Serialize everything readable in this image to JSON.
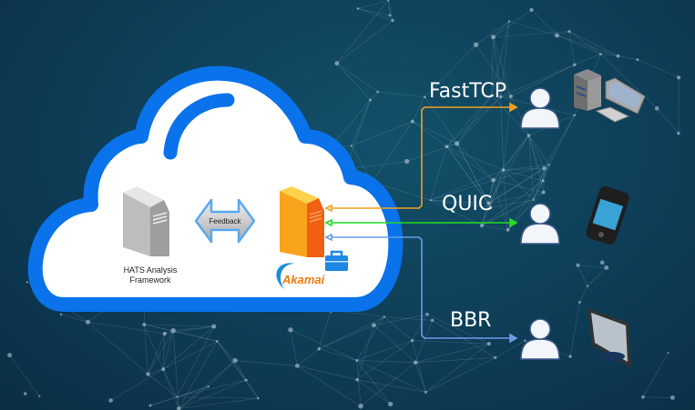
{
  "diagram": {
    "cloud": {
      "analysis_server": {
        "label_line1": "HATS Analysis",
        "label_line2": "Framework"
      },
      "feedback_arrow": {
        "label": "Feedback"
      },
      "edge_server": {
        "brand": "Akamai",
        "toolbox_icon": "toolbox-icon"
      }
    },
    "connections": [
      {
        "protocol": "FastTCP",
        "color": "#f0a020",
        "device": "desktop-computer"
      },
      {
        "protocol": "QUIC",
        "color": "#22dd22",
        "device": "smartphone"
      },
      {
        "protocol": "BBR",
        "color": "#6a9ae8",
        "device": "monitor"
      }
    ],
    "colors": {
      "cloud_outline": "#0a72ea",
      "edge_server": "#f57e10",
      "background": "#0f405a"
    }
  }
}
